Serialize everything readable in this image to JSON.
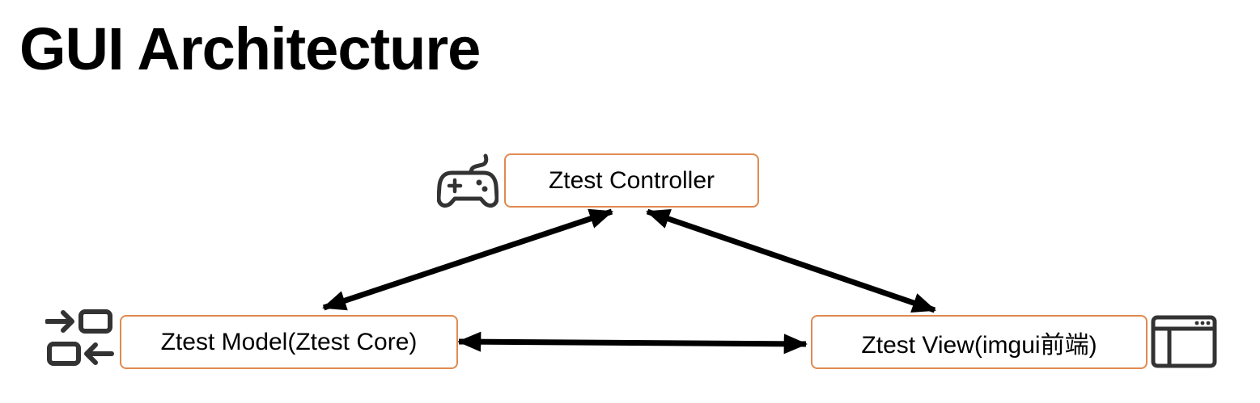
{
  "title": "GUI Architecture",
  "nodes": {
    "controller": {
      "label": "Ztest Controller",
      "icon": "gamepad-icon"
    },
    "model": {
      "label": "Ztest Model(Ztest Core)",
      "icon": "exchange-icon"
    },
    "view": {
      "label": "Ztest View(imgui前端)",
      "icon": "window-icon"
    }
  },
  "edges": [
    {
      "from": "controller",
      "to": "model",
      "direction": "bidirectional"
    },
    {
      "from": "controller",
      "to": "view",
      "direction": "bidirectional"
    },
    {
      "from": "model",
      "to": "view",
      "direction": "bidirectional"
    }
  ],
  "colors": {
    "box_border": "#e08a50",
    "arrow": "#000000",
    "icon": "#333333",
    "text": "#000000"
  }
}
